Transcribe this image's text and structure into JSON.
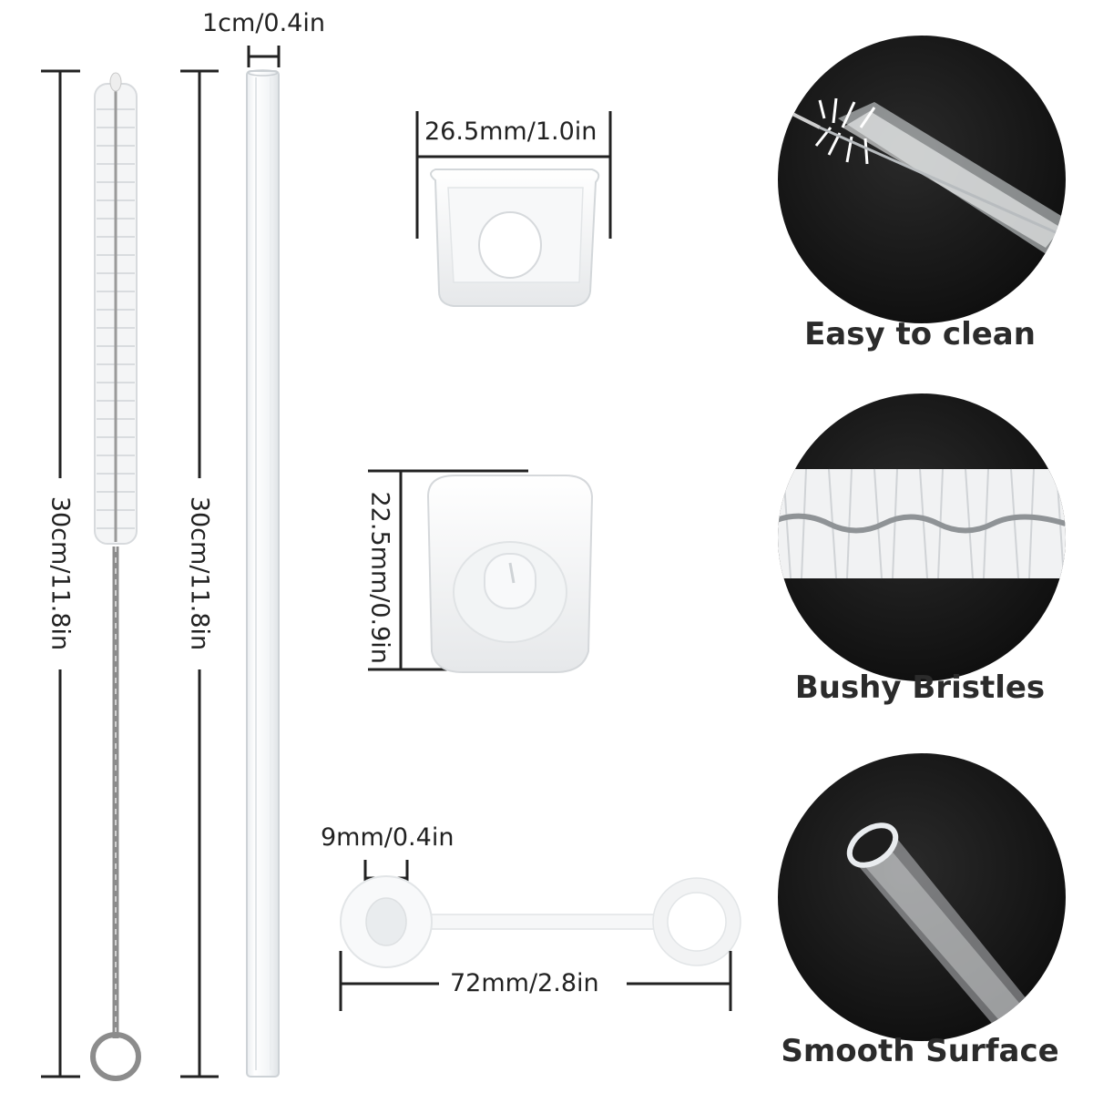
{
  "dimensions": {
    "brush_length": "30cm/11.8in",
    "straw_length": "30cm/11.8in",
    "straw_diameter": "1cm/0.4in",
    "cap_top_width": "26.5mm/1.0in",
    "cap_height": "22.5mm/0.9in",
    "stopper_diameter": "9mm/0.4in",
    "stopper_length": "72mm/2.8in"
  },
  "features": [
    {
      "label": "Easy to clean",
      "icon": "brush-in-straw-photo"
    },
    {
      "label": "Bushy Bristles",
      "icon": "bristles-closeup-photo"
    },
    {
      "label": "Smooth Surface",
      "icon": "straw-end-photo"
    }
  ],
  "colors": {
    "background": "#ffffff",
    "circle": "#1a1a1a",
    "dimension_line": "#222222"
  }
}
